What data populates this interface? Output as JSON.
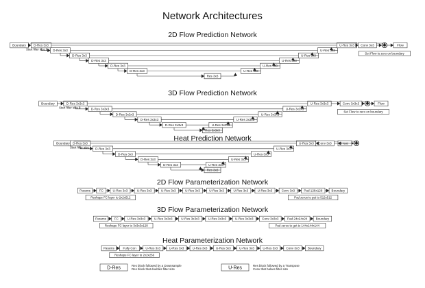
{
  "page_title": "Network Architectures",
  "sections": [
    {
      "title": "2D Flow Prediction Network",
      "input": "Boundary",
      "note": "Start filter size 8",
      "down": [
        "D-Res 3x3",
        "D-Res 3x3",
        "D-Res 3x3",
        "D-Res 3x3",
        "D-Res 3x3",
        "D-Res 3x3"
      ],
      "bottom": "Res 3x3",
      "up": [
        "U-Res 3x3",
        "U-Res 3x3",
        "U-Res 3x3",
        "U-Res 3x3",
        "U-Res 3x3",
        "U-Res 3x3"
      ],
      "tail": [
        "Conv 3x3"
      ],
      "output": "Flow",
      "side_note": "Set Flow to zero on boundary"
    },
    {
      "title": "3D Flow Prediction Network",
      "input": "Boundary",
      "note": "Start filter size 8",
      "down": [
        "D-Res 3x3x3",
        "D-Res 3x3x3",
        "D-Res 3x3x3",
        "D-Res 3x3x3",
        "D-Res 3x3x3"
      ],
      "bottom": "Res 3x3x3",
      "up": [
        "U-Res 3x3x3",
        "U-Res 3x3x3",
        "U-Res 3x3x3",
        "U-Res 3x3x3",
        "U-Res 3x3x3"
      ],
      "tail": [
        "Conv 3x3x3"
      ],
      "output": "Flow",
      "side_note": "Set Flow to zero on boundary"
    },
    {
      "title": "Heat Prediction Network",
      "input": "Boundary",
      "note": "Start filter size 4",
      "down": [
        "D-Res 3x3",
        "D-Res 3x3",
        "D-Res 3x3",
        "D-Res 3x3",
        "D-Res 3x3"
      ],
      "bottom": "Res 3x3",
      "up": [
        "U-Res 3x3",
        "U-Res 3x3",
        "U-Res 3x3",
        "U-Res 3x3",
        "U-Res 3x3"
      ],
      "tail": [
        "Conv 3x3"
      ],
      "output": "Heat",
      "side_note": ""
    }
  ],
  "param_sections": [
    {
      "title": "2D Flow Parameterization Network",
      "chain": [
        "Params",
        "FC",
        "U-Res 3x3",
        "U-Res 3x3",
        "U-Res 3x3",
        "U-Res 3x3",
        "U-Res 3x3",
        "U-Res 3x3",
        "U-Res 3x3",
        "Conv 3x3",
        "Pad 128x128",
        "Boundary"
      ],
      "left_note": "Reshape FC layer to 2x2x512",
      "right_note": "Pad zeros to get to 512x512"
    },
    {
      "title": "3D Flow Parameterization Network",
      "chain": [
        "Params",
        "FC",
        "U-Res 3x3x3",
        "U-Res 3x3x3",
        "U-Res 3x3x3",
        "U-Res 3x3x3",
        "U-Res 3x3x3",
        "Conv 3x3x3",
        "Pad 24x24x24",
        "Boundary"
      ],
      "left_note": "Reshape FC layer to 3x3x3x128",
      "right_note": "Pad zeros to get to 144x144x144"
    },
    {
      "title": "Heat Parameterization Network",
      "chain": [
        "Params",
        "Fully Con",
        "U-Res 3x3",
        "U-Res 3x3",
        "U-Res 3x3",
        "U-Res 3x3",
        "U-Res 3x3",
        "U-Res 3x3",
        "Conv 3x3",
        "Boundary"
      ],
      "left_note": "Reshape FC layer to 2x2x256",
      "right_note": ""
    }
  ],
  "legend": [
    {
      "label": "D-Res",
      "desc1": "Res block followed by a Downsample",
      "desc2": "Res block that doubles filter size"
    },
    {
      "label": "U-Res",
      "desc1": "Res block followed by a Transpose",
      "desc2": "Conv that halves filter size"
    }
  ]
}
